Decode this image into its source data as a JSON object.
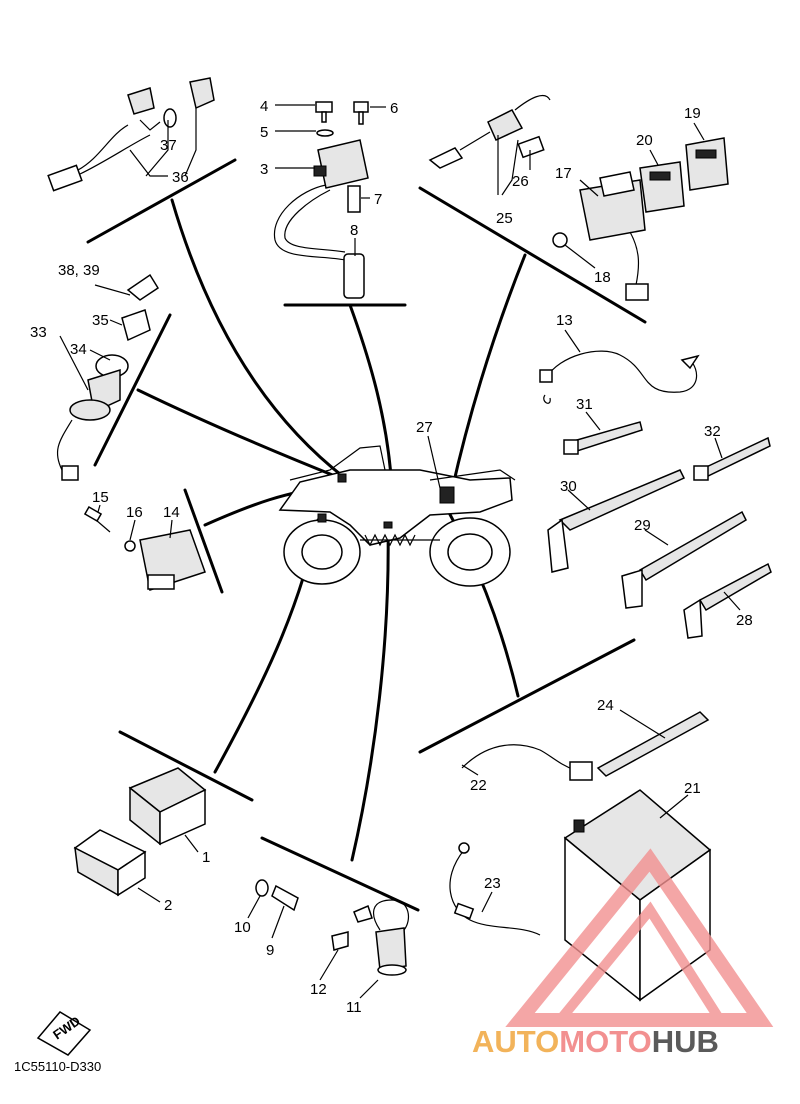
{
  "diagram_code": "1C55110-D330",
  "fwd_label": "FWD",
  "watermark": {
    "part1": "AUTO",
    "part2": "MOTO",
    "part3": "HUB",
    "color1": "#f2b35a",
    "color2": "#f29090",
    "color3": "#5a5a5a"
  },
  "callouts": {
    "c1": "1",
    "c2": "2",
    "c3": "3",
    "c4": "4",
    "c5": "5",
    "c6": "6",
    "c7": "7",
    "c8": "8",
    "c9": "9",
    "c10": "10",
    "c11": "11",
    "c12": "12",
    "c13": "13",
    "c14": "14",
    "c15": "15",
    "c16": "16",
    "c17": "17",
    "c18": "18",
    "c19": "19",
    "c20": "20",
    "c21": "21",
    "c22": "22",
    "c23": "23",
    "c24": "24",
    "c25": "25",
    "c26": "26",
    "c27": "27",
    "c28": "28",
    "c29": "29",
    "c30": "30",
    "c31": "31",
    "c32": "32",
    "c33": "33",
    "c34": "34",
    "c35": "35",
    "c36": "36",
    "c37": "37",
    "c38_39": "38, 39"
  }
}
